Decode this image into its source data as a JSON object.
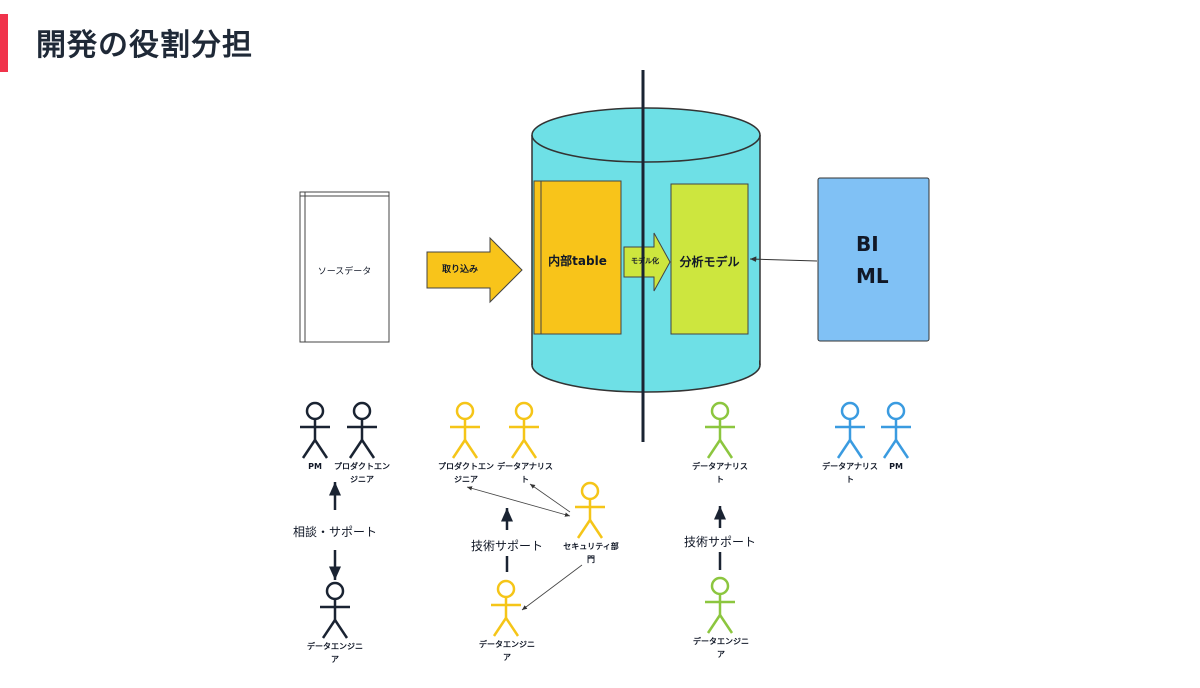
{
  "title": "開発の役割分担",
  "colors": {
    "accent": "#f0334b",
    "cylinder": "#6ee0e6",
    "internal_table": "#f8c41a",
    "analysis_model": "#cde63e",
    "bi_ml": "#80c1f5",
    "dark_figure": "#1a2332",
    "yellow_figure": "#f5c518",
    "green_figure": "#8cc63f",
    "blue_figure": "#3a9be0"
  },
  "nodes": {
    "source_data": "ソースデータ",
    "ingest_arrow": "取り込み",
    "internal_table": "内部table",
    "modeling_arrow": "モデル化",
    "analysis_model": "分析モデル",
    "bi": "BI",
    "ml": "ML"
  },
  "actors": {
    "group1": {
      "pm": "PM",
      "product_engineer": "プロダクトエンジニア",
      "relation": "相談・サポート",
      "data_engineer": "データエンジニア"
    },
    "group2": {
      "product_engineer": "プロダクトエンジニア",
      "data_analyst": "データアナリスト",
      "security_dept": "セキュリティ部門",
      "tech_support": "技術サポート",
      "data_engineer": "データエンジニア"
    },
    "group3": {
      "data_analyst": "データアナリスト",
      "tech_support": "技術サポート",
      "data_engineer": "データエンジニア"
    },
    "group4": {
      "data_analyst": "データアナリスト",
      "pm": "PM"
    }
  }
}
